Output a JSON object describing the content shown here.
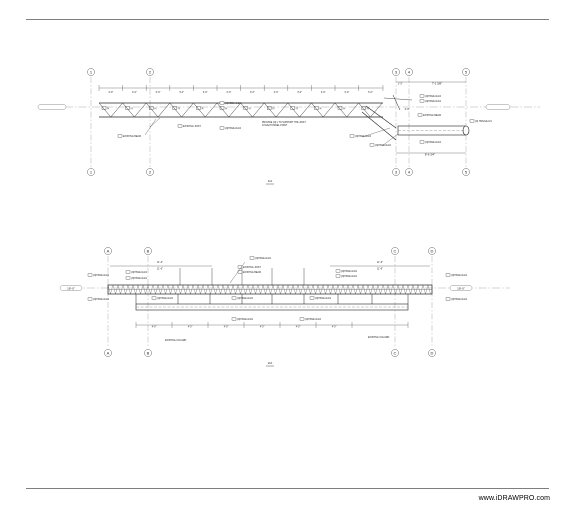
{
  "footer": {
    "brand": "www.iDRAWPRO.com"
  },
  "top_view": {
    "grid_labels": [
      "1",
      "2",
      "3",
      "4",
      "5"
    ],
    "level_tag": "",
    "dims": [
      "3'-0\"",
      "3'-0\"",
      "3'-0\"",
      "3'-0\"",
      "3'-0\"",
      "3'-0\"",
      "3'-0\"",
      "3'-0\"",
      "3'-0\"",
      "3'-0\"",
      "3'-0\"",
      "3'-0\"",
      "1'-3\"",
      "3'-0\"",
      "7'-1 5/8\"",
      "8'-6 3/4\""
    ],
    "title_mark": "1/A",
    "notes": [
      "EXISTING JOIST",
      "EXISTING BEAM",
      "(N)HSS4x4x1/4",
      "(N)HSS4x4x1/4",
      "(N)HSS4x4x1/4",
      "(N)HSS4x4x1/4",
      "(N)HSS4x4x1/4",
      "(N)HSS4x4x1/4",
      "(N)HSS4x4x1/4",
      "EXISTING BEAM",
      "PROVIDE (N) L TO SUPPORT THE JOIST",
      "(N) HSS4x4x1/4"
    ]
  },
  "bottom_view": {
    "grid_labels": [
      "A",
      "B",
      "C",
      "D"
    ],
    "level_left": "18'-0\"",
    "level_right": "18'-0\"",
    "dims": [
      "11'-6\"",
      "11'-6\"",
      "11'-6\"",
      "11'-6\"",
      "4'-0\"",
      "4'-0\"",
      "4'-0\"",
      "4'-0\"",
      "4'-0\"",
      "4'-0\""
    ],
    "title_mark": "2/A",
    "notes": [
      "(N)HSS4x4x1/4",
      "(N)HSS4x4x1/4",
      "(N)HSS4x4x1/4",
      "(N)HSS4x4x1/4",
      "(N)HSS4x4x1/4",
      "EXISTING JOIST",
      "EXISTING BEAM",
      "(N)HSS4x4x1/4",
      "(N)HSS4x4x1/4",
      "(N)HSS4x4x1/4",
      "EXISTING COLUMN",
      "EXISTING COLUMN",
      "(N)HSS4x4x1/4",
      "(N)HSS4x4x1/4",
      "(N)HSS4x4x1/4",
      "(N)HSS4x4x1/4"
    ]
  }
}
